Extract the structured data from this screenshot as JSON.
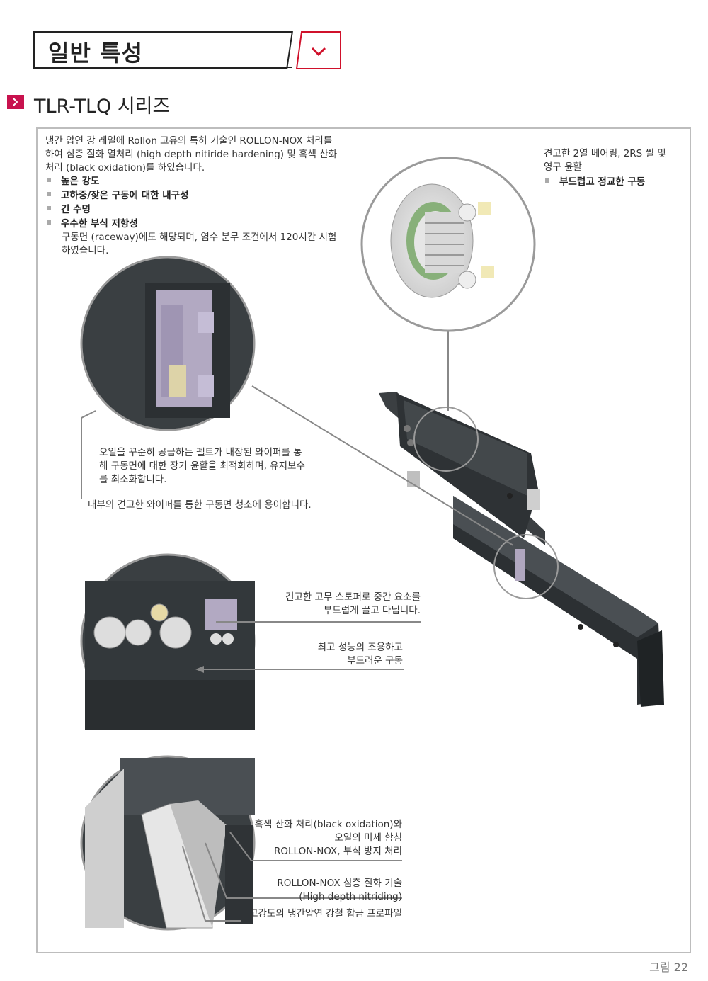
{
  "header": {
    "title": "일반 특성",
    "toggle_icon": "chevron-down-icon",
    "accent": "#d0112b"
  },
  "section": {
    "title": "TLR-TLQ 시리즈",
    "marker_color": "#c8124e"
  },
  "intro": {
    "lines": [
      "냉간 압연 강 레일에 Rollon 고유의 특허 기술인 ROLLON-NOX 처리를",
      "하여 심층 질화 열처리 (high depth nitiride hardening) 및 흑색 산화",
      "처리 (black oxidation)를 하였습니다."
    ],
    "bullets": [
      "높은 강도",
      "고하중/잦은 구동에 대한 내구성",
      "긴 수명",
      "우수한 부식 저항성"
    ],
    "note_lines": [
      "구동면 (raceway)에도 해당되며, 염수 분무 조건에서 120시간 시험",
      "하였습니다."
    ]
  },
  "bearing": {
    "lines": [
      "견고한 2열 베어링, 2RS 씰 및",
      "영구 윤활"
    ],
    "bullet": "부드럽고 정교한 구동"
  },
  "wiper": {
    "lines": [
      "오일을 꾸준히 공급하는 펠트가 내장된 와이퍼를 통",
      "해 구동면에 대한 장기 윤활을 최적화하며, 유지보수",
      "를 최소화합니다."
    ],
    "note": "내부의 견고한 와이퍼를 통한 구동면 청소에 용이합니다."
  },
  "stopper": {
    "lines": [
      "견고한 고무 스토퍼로 중간 요소를",
      "부드럽게 끌고 다닙니다."
    ]
  },
  "performance": {
    "lines": [
      "최고 성능의 조용하고",
      "부드러운 구동"
    ]
  },
  "surface": {
    "oxidation_lines": [
      "흑색 산화 처리(black oxidation)와",
      "오일의 미세 함침",
      "ROLLON-NOX, 부식 방지 처리"
    ],
    "nitriding_lines": [
      "ROLLON-NOX 심층 질화 기술",
      "(High depth nitriding)"
    ],
    "profile": "고강도의 냉간압연 강철 합금 프로파일"
  },
  "figure_label": "그림 22"
}
